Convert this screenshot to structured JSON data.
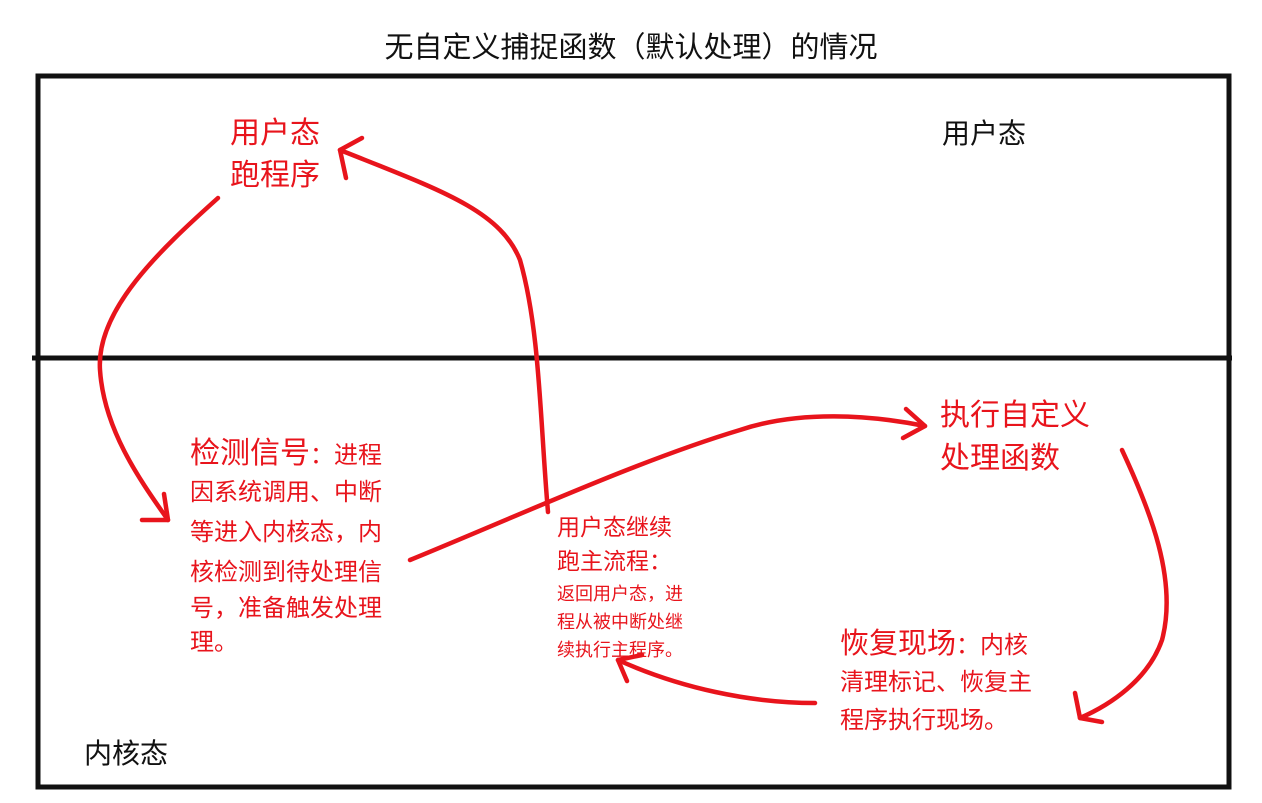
{
  "title": "无自定义捕捉函数（默认处理）的情况",
  "regions": {
    "user_mode": "用户态",
    "kernel_mode": "内核态"
  },
  "steps": {
    "user_run": [
      "用户态",
      "跑程序"
    ],
    "detect_signal": {
      "heading": "检测信号",
      "lines": [
        "：进程",
        "因系统调用、中断",
        "等进入内核态，内",
        "核检测到待处理信",
        "号，准备触发处理",
        "理。"
      ]
    },
    "execute_handler": [
      "执行自定义",
      "处理函数"
    ],
    "restore_context": {
      "heading": "恢复现场",
      "lines": [
        "：内核",
        "清理标记、恢复主",
        "程序执行现场。"
      ]
    },
    "resume_main": {
      "heading_lines": [
        "用户态继续",
        "跑主流程："
      ],
      "detail_lines": [
        "返回用户态，进",
        "程从被中断处继",
        "续执行主程序。"
      ]
    }
  },
  "colors": {
    "frame": "#111111",
    "arrow": "#e8141c",
    "accent_text": "#e8141c",
    "plain_text": "#111111"
  }
}
